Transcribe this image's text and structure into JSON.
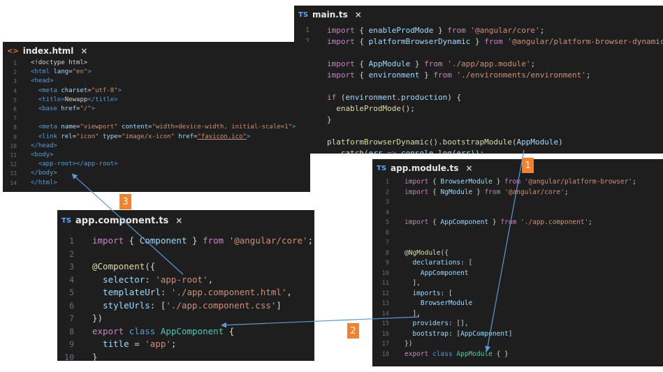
{
  "panels": {
    "main_ts": {
      "tab": {
        "icon": "TS",
        "title": "main.ts",
        "close": "×"
      },
      "lines": [
        {
          "n": "1",
          "parts": [
            [
              "kw",
              "import"
            ],
            [
              "pl",
              " { "
            ],
            [
              "id",
              "enableProdMode"
            ],
            [
              "pl",
              " } "
            ],
            [
              "kw",
              "from"
            ],
            [
              "pl",
              " "
            ],
            [
              "str",
              "'@angular/core'"
            ],
            [
              "pl",
              ";"
            ]
          ]
        },
        {
          "n": "2",
          "parts": [
            [
              "kw",
              "import"
            ],
            [
              "pl",
              " { "
            ],
            [
              "id",
              "platformBrowserDynamic"
            ],
            [
              "pl",
              " } "
            ],
            [
              "kw",
              "from"
            ],
            [
              "pl",
              " "
            ],
            [
              "str",
              "'@angular/platform-browser-dynamic'"
            ],
            [
              "pl",
              ";"
            ]
          ]
        },
        {
          "n": "3",
          "parts": []
        },
        {
          "n": "4",
          "parts": [
            [
              "kw",
              "import"
            ],
            [
              "pl",
              " { "
            ],
            [
              "id",
              "AppModule"
            ],
            [
              "pl",
              " } "
            ],
            [
              "kw",
              "from"
            ],
            [
              "pl",
              " "
            ],
            [
              "str",
              "'./app/app.module'"
            ],
            [
              "pl",
              ";"
            ]
          ]
        },
        {
          "n": "5",
          "parts": [
            [
              "kw",
              "import"
            ],
            [
              "pl",
              " { "
            ],
            [
              "id",
              "environment"
            ],
            [
              "pl",
              " } "
            ],
            [
              "kw",
              "from"
            ],
            [
              "pl",
              " "
            ],
            [
              "str",
              "'./environments/environment'"
            ],
            [
              "pl",
              ";"
            ]
          ]
        },
        {
          "n": "6",
          "parts": []
        },
        {
          "n": "7",
          "parts": [
            [
              "kw",
              "if"
            ],
            [
              "pl",
              " ("
            ],
            [
              "id",
              "environment"
            ],
            [
              "pl",
              "."
            ],
            [
              "id",
              "production"
            ],
            [
              "pl",
              ") {"
            ]
          ]
        },
        {
          "n": "8",
          "parts": [
            [
              "pl",
              "  "
            ],
            [
              "fn",
              "enableProdMode"
            ],
            [
              "pl",
              "();"
            ]
          ]
        },
        {
          "n": "9",
          "parts": [
            [
              "pl",
              "}"
            ]
          ]
        },
        {
          "n": "10",
          "parts": []
        },
        {
          "n": "11",
          "parts": [
            [
              "fn",
              "platformBrowserDynamic"
            ],
            [
              "pl",
              "()."
            ],
            [
              "fn",
              "bootstrapModule"
            ],
            [
              "pl",
              "("
            ],
            [
              "id",
              "AppModule"
            ],
            [
              "pl",
              ")"
            ]
          ]
        },
        {
          "n": "12",
          "parts": [
            [
              "pl",
              "  ."
            ],
            [
              "fn",
              "catch"
            ],
            [
              "pl",
              "("
            ],
            [
              "id",
              "err"
            ],
            [
              "pl",
              " "
            ],
            [
              "kb",
              "=>"
            ],
            [
              "pl",
              " "
            ],
            [
              "id",
              "console"
            ],
            [
              "pl",
              "."
            ],
            [
              "fn",
              "log"
            ],
            [
              "pl",
              "("
            ],
            [
              "id",
              "err"
            ],
            [
              "pl",
              "));"
            ]
          ]
        }
      ]
    },
    "index_html": {
      "tab": {
        "icon": "<>",
        "title": "index.html",
        "close": "×"
      },
      "lines": [
        {
          "n": "1",
          "parts": [
            [
              "pl",
              "<!doctype html>"
            ]
          ]
        },
        {
          "n": "2",
          "parts": [
            [
              "tg",
              "<html"
            ],
            [
              "pl",
              " "
            ],
            [
              "at",
              "lang"
            ],
            [
              "pl",
              "="
            ],
            [
              "str",
              "\"en\""
            ],
            [
              "tg",
              ">"
            ]
          ]
        },
        {
          "n": "3",
          "parts": [
            [
              "tg",
              "<head>"
            ]
          ]
        },
        {
          "n": "4",
          "parts": [
            [
              "pl",
              "  "
            ],
            [
              "tg",
              "<meta"
            ],
            [
              "pl",
              " "
            ],
            [
              "at",
              "charset"
            ],
            [
              "pl",
              "="
            ],
            [
              "str",
              "\"utf-8\""
            ],
            [
              "tg",
              ">"
            ]
          ]
        },
        {
          "n": "5",
          "parts": [
            [
              "pl",
              "  "
            ],
            [
              "tg",
              "<title>"
            ],
            [
              "pl",
              "Newapp"
            ],
            [
              "tg",
              "</title>"
            ]
          ]
        },
        {
          "n": "6",
          "parts": [
            [
              "pl",
              "  "
            ],
            [
              "tg",
              "<base"
            ],
            [
              "pl",
              " "
            ],
            [
              "at",
              "href"
            ],
            [
              "pl",
              "="
            ],
            [
              "str",
              "\"/\""
            ],
            [
              "tg",
              ">"
            ]
          ]
        },
        {
          "n": "7",
          "parts": []
        },
        {
          "n": "8",
          "parts": [
            [
              "pl",
              "  "
            ],
            [
              "tg",
              "<meta"
            ],
            [
              "pl",
              " "
            ],
            [
              "at",
              "name"
            ],
            [
              "pl",
              "="
            ],
            [
              "str",
              "\"viewport\""
            ],
            [
              "pl",
              " "
            ],
            [
              "at",
              "content"
            ],
            [
              "pl",
              "="
            ],
            [
              "str",
              "\"width=device-width, initial-scale=1\""
            ],
            [
              "tg",
              ">"
            ]
          ]
        },
        {
          "n": "9",
          "parts": [
            [
              "pl",
              "  "
            ],
            [
              "tg",
              "<link"
            ],
            [
              "pl",
              " "
            ],
            [
              "at",
              "rel"
            ],
            [
              "pl",
              "="
            ],
            [
              "str",
              "\"icon\""
            ],
            [
              "pl",
              " "
            ],
            [
              "at",
              "type"
            ],
            [
              "pl",
              "="
            ],
            [
              "str",
              "\"image/x-icon\""
            ],
            [
              "pl",
              " "
            ],
            [
              "at",
              "href"
            ],
            [
              "pl",
              "="
            ],
            [
              "str ul",
              "\"favicon.ico\""
            ],
            [
              "tg",
              ">"
            ]
          ]
        },
        {
          "n": "10",
          "parts": [
            [
              "tg",
              "</head>"
            ]
          ]
        },
        {
          "n": "11",
          "parts": [
            [
              "tg",
              "<body>"
            ]
          ]
        },
        {
          "n": "12",
          "parts": [
            [
              "pl",
              "  "
            ],
            [
              "tg",
              "<app-root></app-root>"
            ]
          ]
        },
        {
          "n": "13",
          "parts": [
            [
              "tg",
              "</body>"
            ]
          ]
        },
        {
          "n": "14",
          "parts": [
            [
              "tg",
              "</html>"
            ]
          ]
        }
      ]
    },
    "app_module_ts": {
      "tab": {
        "icon": "TS",
        "title": "app.module.ts",
        "close": "×"
      },
      "lines": [
        {
          "n": "1",
          "parts": [
            [
              "kw",
              "import"
            ],
            [
              "pl",
              " { "
            ],
            [
              "id",
              "BrowserModule"
            ],
            [
              "pl",
              " } "
            ],
            [
              "kw",
              "from"
            ],
            [
              "pl",
              " "
            ],
            [
              "str",
              "'@angular/platform-browser'"
            ],
            [
              "pl",
              ";"
            ]
          ]
        },
        {
          "n": "2",
          "parts": [
            [
              "kw",
              "import"
            ],
            [
              "pl",
              " { "
            ],
            [
              "id",
              "NgModule"
            ],
            [
              "pl",
              " } "
            ],
            [
              "kw",
              "from"
            ],
            [
              "pl",
              " "
            ],
            [
              "str",
              "'@angular/core'"
            ],
            [
              "pl",
              ";"
            ]
          ]
        },
        {
          "n": "3",
          "parts": []
        },
        {
          "n": "4",
          "parts": []
        },
        {
          "n": "5",
          "parts": [
            [
              "kw",
              "import"
            ],
            [
              "pl",
              " { "
            ],
            [
              "id",
              "AppComponent"
            ],
            [
              "pl",
              " } "
            ],
            [
              "kw",
              "from"
            ],
            [
              "pl",
              " "
            ],
            [
              "str",
              "'./app.component'"
            ],
            [
              "pl",
              ";"
            ]
          ]
        },
        {
          "n": "6",
          "parts": []
        },
        {
          "n": "7",
          "parts": []
        },
        {
          "n": "8",
          "parts": [
            [
              "dec",
              "@NgModule"
            ],
            [
              "pl",
              "({"
            ]
          ]
        },
        {
          "n": "9",
          "parts": [
            [
              "pl",
              "  "
            ],
            [
              "id",
              "declarations"
            ],
            [
              "pl",
              ": ["
            ]
          ]
        },
        {
          "n": "10",
          "parts": [
            [
              "pl",
              "    "
            ],
            [
              "id",
              "AppComponent"
            ]
          ]
        },
        {
          "n": "11",
          "parts": [
            [
              "pl",
              "  ],"
            ]
          ]
        },
        {
          "n": "12",
          "parts": [
            [
              "pl",
              "  "
            ],
            [
              "id",
              "imports"
            ],
            [
              "pl",
              ": ["
            ]
          ]
        },
        {
          "n": "13",
          "parts": [
            [
              "pl",
              "    "
            ],
            [
              "id",
              "BrowserModule"
            ]
          ]
        },
        {
          "n": "14",
          "parts": [
            [
              "pl",
              "  ],"
            ]
          ]
        },
        {
          "n": "15",
          "parts": [
            [
              "pl",
              "  "
            ],
            [
              "id",
              "providers"
            ],
            [
              "pl",
              ": [],"
            ]
          ]
        },
        {
          "n": "16",
          "parts": [
            [
              "pl",
              "  "
            ],
            [
              "id",
              "bootstrap"
            ],
            [
              "pl",
              ": ["
            ],
            [
              "id",
              "AppComponent"
            ],
            [
              "pl",
              "]"
            ]
          ]
        },
        {
          "n": "17",
          "parts": [
            [
              "pl",
              "})"
            ]
          ]
        },
        {
          "n": "18",
          "parts": [
            [
              "kw",
              "export"
            ],
            [
              "pl",
              " "
            ],
            [
              "kb",
              "class"
            ],
            [
              "pl",
              " "
            ],
            [
              "ty",
              "AppModule"
            ],
            [
              "pl",
              " { }"
            ]
          ]
        }
      ]
    },
    "app_component_ts": {
      "tab": {
        "icon": "TS",
        "title": "app.component.ts",
        "close": "×"
      },
      "lines": [
        {
          "n": "1",
          "parts": [
            [
              "kw",
              "import"
            ],
            [
              "pl",
              " { "
            ],
            [
              "id",
              "Component"
            ],
            [
              "pl",
              " } "
            ],
            [
              "kw",
              "from"
            ],
            [
              "pl",
              " "
            ],
            [
              "str",
              "'@angular/core'"
            ],
            [
              "pl",
              ";"
            ]
          ]
        },
        {
          "n": "2",
          "parts": []
        },
        {
          "n": "3",
          "parts": [
            [
              "dec",
              "@Component"
            ],
            [
              "pl",
              "({"
            ]
          ]
        },
        {
          "n": "4",
          "parts": [
            [
              "pl",
              "  "
            ],
            [
              "id",
              "selector"
            ],
            [
              "pl",
              ": "
            ],
            [
              "str",
              "'app-root'"
            ],
            [
              "pl",
              ","
            ]
          ]
        },
        {
          "n": "5",
          "parts": [
            [
              "pl",
              "  "
            ],
            [
              "id",
              "templateUrl"
            ],
            [
              "pl",
              ": "
            ],
            [
              "str",
              "'./app.component.html'"
            ],
            [
              "pl",
              ","
            ]
          ]
        },
        {
          "n": "6",
          "parts": [
            [
              "pl",
              "  "
            ],
            [
              "id",
              "styleUrls"
            ],
            [
              "pl",
              ": ["
            ],
            [
              "str",
              "'./app.component.css'"
            ],
            [
              "pl",
              "]"
            ]
          ]
        },
        {
          "n": "7",
          "parts": [
            [
              "pl",
              "})"
            ]
          ]
        },
        {
          "n": "8",
          "parts": [
            [
              "kw",
              "export"
            ],
            [
              "pl",
              " "
            ],
            [
              "kb",
              "class"
            ],
            [
              "pl",
              " "
            ],
            [
              "ty",
              "AppComponent"
            ],
            [
              "pl",
              " {"
            ]
          ]
        },
        {
          "n": "9",
          "parts": [
            [
              "pl",
              "  "
            ],
            [
              "id",
              "title"
            ],
            [
              "pl",
              " = "
            ],
            [
              "str",
              "'app'"
            ],
            [
              "pl",
              ";"
            ]
          ]
        },
        {
          "n": "10",
          "parts": [
            [
              "pl",
              "}"
            ]
          ]
        }
      ]
    }
  },
  "badges": {
    "one": "1",
    "two": "2",
    "three": "3"
  },
  "colors": {
    "badge": "#f5822a",
    "arrow": "#5b9bd5",
    "editor_bg": "#1e1e1e"
  }
}
